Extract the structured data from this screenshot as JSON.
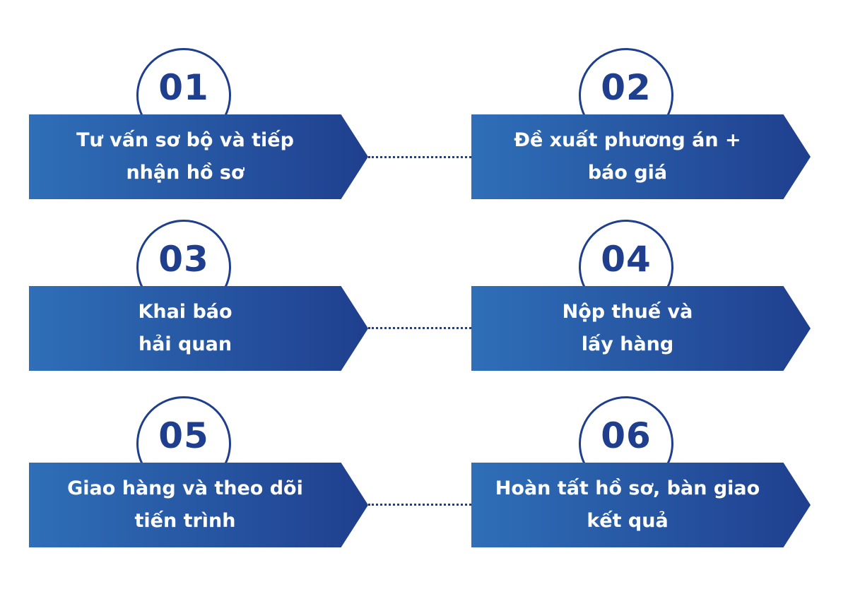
{
  "colors": {
    "primary": "#1f3f8e",
    "gradient_start": "#2f6fb8",
    "gradient_end": "#1f3f8e",
    "background": "#ffffff"
  },
  "steps": [
    {
      "number": "01",
      "lines": [
        "Tư vấn sơ bộ và tiếp",
        "nhận hồ sơ"
      ]
    },
    {
      "number": "02",
      "lines": [
        "Đề xuất phương án +",
        "báo giá"
      ]
    },
    {
      "number": "03",
      "lines": [
        "Khai báo",
        "hải quan"
      ]
    },
    {
      "number": "04",
      "lines": [
        "Nộp thuế và",
        "lấy hàng"
      ]
    },
    {
      "number": "05",
      "lines": [
        "Giao hàng và theo dõi",
        "tiến trình"
      ]
    },
    {
      "number": "06",
      "lines": [
        "Hoàn tất hồ sơ, bàn giao",
        "kết quả"
      ]
    }
  ]
}
